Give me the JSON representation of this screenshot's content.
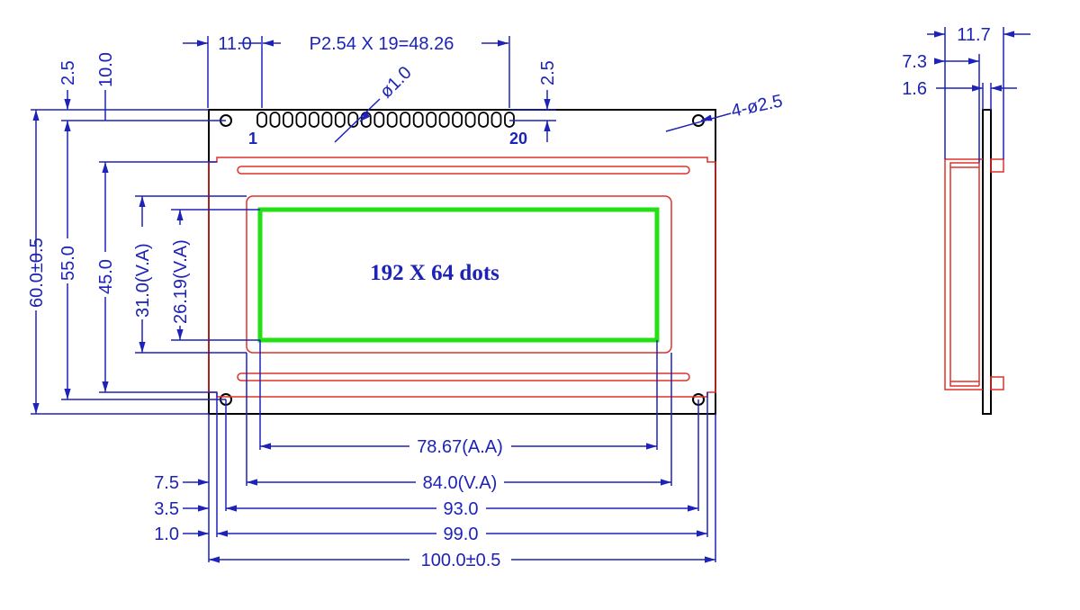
{
  "front": {
    "pitch_label": "P2.54  X  19=48.26",
    "pin_pitch_offset": "11.0",
    "pin_hole_dia": "ø1.0",
    "mount_holes": "4-ø2.5",
    "pin_first": "1",
    "pin_last": "20",
    "display_text": "192  X  64  dots",
    "left_dims": {
      "d2_5": "2.5",
      "d10_0": "10.0",
      "d60_0": "60.0±0.5",
      "d55_0": "55.0",
      "d45_0": "45.0",
      "d31_0": "31.0(V.A)",
      "d26_19": "26.19(V.A)"
    },
    "right_top_dim": "2.5",
    "bottom_dims": {
      "aa": "78.67(A.A)",
      "va": "84.0(V.A)",
      "d93": "93.0",
      "d99": "99.0",
      "d100": "100.0±0.5",
      "d7_5": "7.5",
      "d3_5": "3.5",
      "d1_0": "1.0"
    }
  },
  "side": {
    "d11_7": "11.7",
    "d7_3": "7.3",
    "d1_6": "1.6"
  },
  "colors": {
    "dimension": "#1d22b8",
    "outline": "#000000",
    "bezel": "#e0302a",
    "active_area": "#22e014"
  }
}
